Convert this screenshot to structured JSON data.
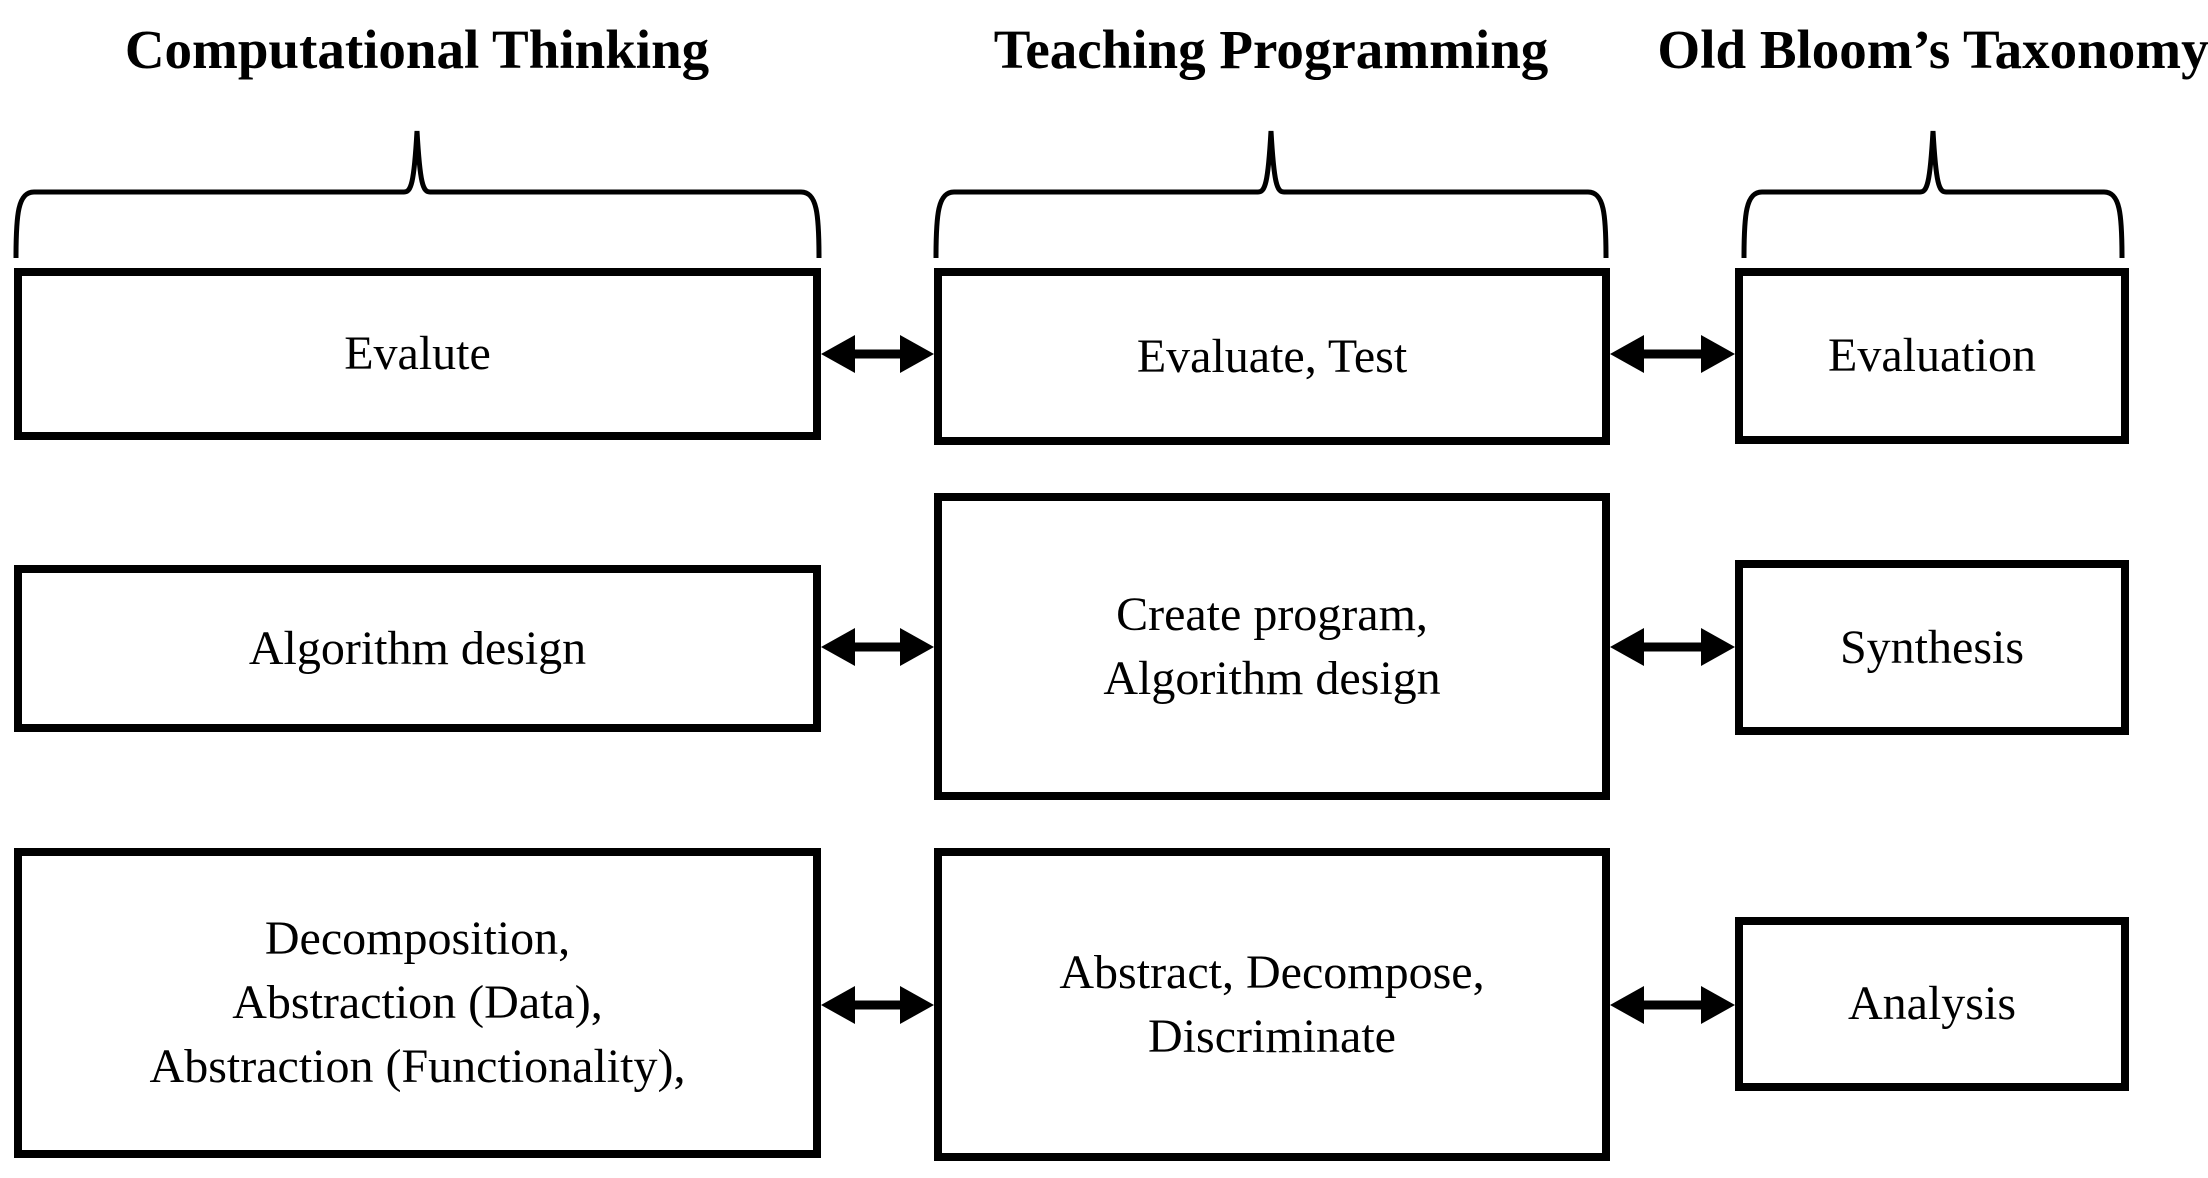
{
  "diagram": {
    "background_color": "#ffffff",
    "line_color": "#000000",
    "columns": [
      {
        "id": "computational-thinking",
        "header": "Computational Thinking",
        "boxes": [
          {
            "label": "Evalute"
          },
          {
            "label": "Algorithm design"
          },
          {
            "label": "Decomposition,\nAbstraction (Data),\nAbstraction (Functionality),"
          }
        ]
      },
      {
        "id": "teaching-programming",
        "header": "Teaching Programming",
        "boxes": [
          {
            "label": "Evaluate, Test"
          },
          {
            "label": "Create program,\nAlgorithm design"
          },
          {
            "label": "Abstract, Decompose,\nDiscriminate"
          }
        ]
      },
      {
        "id": "old-blooms-taxonomy",
        "header": "Old Bloom’s Taxonomy",
        "boxes": [
          {
            "label": "Evaluation"
          },
          {
            "label": "Synthesis"
          },
          {
            "label": "Analysis"
          }
        ]
      }
    ],
    "connections": [
      {
        "row": 1,
        "from": "Evalute",
        "to": "Evaluate, Test",
        "type": "bidirectional"
      },
      {
        "row": 1,
        "from": "Evaluate, Test",
        "to": "Evaluation",
        "type": "bidirectional"
      },
      {
        "row": 2,
        "from": "Algorithm design",
        "to": "Create program, Algorithm design",
        "type": "bidirectional"
      },
      {
        "row": 2,
        "from": "Create program, Algorithm design",
        "to": "Synthesis",
        "type": "bidirectional"
      },
      {
        "row": 3,
        "from": "Decomposition, Abstraction (Data), Abstraction (Functionality),",
        "to": "Abstract, Decompose, Discriminate",
        "type": "bidirectional"
      },
      {
        "row": 3,
        "from": "Abstract, Decompose, Discriminate",
        "to": "Analysis",
        "type": "bidirectional"
      }
    ]
  }
}
